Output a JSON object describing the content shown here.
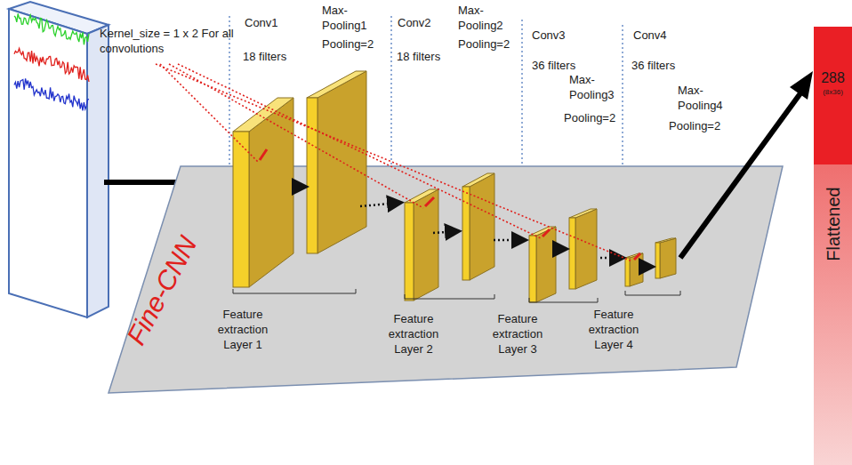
{
  "diagram": {
    "nodes": [
      {
        "text": [
          "Fine-CNN",
          "Feature extraction Layer 1",
          "Feature extraction Layer 2",
          "Feature extraction Layer 3",
          "Feature extraction Layer 4"
        ]
      },
      {
        "text": [
          "288",
          "(8x36)",
          "Flattened"
        ]
      }
    ],
    "labels": [
      "Kernel_size = 1 x 2 For all convolutions",
      "Conv1",
      "18 filters",
      "Max-Pooling1",
      "Pooling=2",
      "Conv2",
      "18 filters",
      "Max-Pooling2",
      "Pooling=2",
      "Conv3",
      "36 filters",
      "Max-Pooling3",
      "Pooling=2",
      "Conv4",
      "36 filters",
      "Max-Pooling4",
      "Pooling=2"
    ]
  }
}
